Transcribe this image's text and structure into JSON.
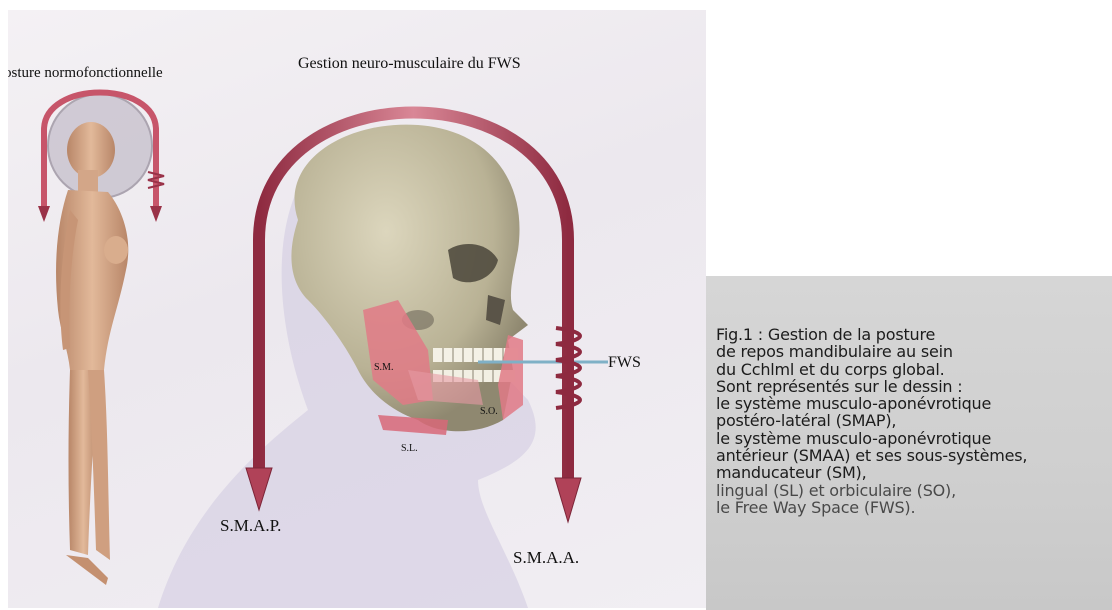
{
  "figure": {
    "title_left": "osture normofonctionnelle",
    "title_center": "Gestion neuro-musculaire du FWS",
    "labels": {
      "smap": "S.M.A.P.",
      "smaa": "S.M.A.A.",
      "fws": "FWS",
      "sm": "S.M.",
      "so": "S.O.",
      "sl": "S.L."
    },
    "colors": {
      "arrow": "#c7556a",
      "arrow_dark": "#8e2a40",
      "muscle": "#e07a86",
      "skull": "#c9c2a6"
    },
    "icons": [
      "human-figure-icon",
      "skull-icon",
      "arrow-icon",
      "spring-icon"
    ]
  },
  "caption": {
    "lines": [
      "Fig.1 : Gestion de la posture",
      "de repos mandibulaire au sein",
      "du Cchlml et du corps global.",
      "Sont représentés sur le dessin :",
      "le système musculo-aponévrotique",
      "postéro-latéral (SMAP),",
      "le système musculo-aponévrotique",
      "antérieur (SMAA) et ses sous-systèmes,",
      "manducateur (SM),",
      "lingual (SL) et orbiculaire (SO),",
      "le Free Way Space (FWS)."
    ]
  }
}
